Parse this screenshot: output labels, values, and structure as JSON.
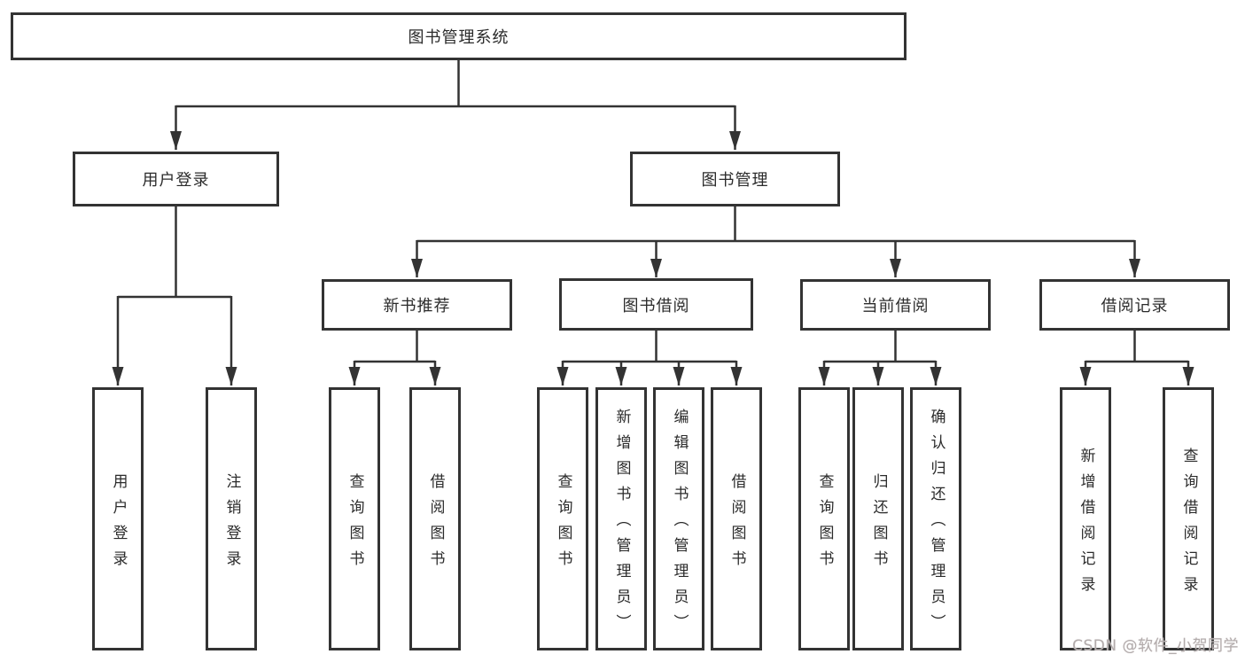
{
  "diagram_type": "hierarchy-tree",
  "colors": {
    "line": "#333333",
    "box_border": "#333333",
    "box_fill": "#ffffff",
    "text": "#2b2b2b",
    "watermark": "#b3acac"
  },
  "tree": {
    "root": "图书管理系统",
    "children": [
      {
        "label": "用户登录",
        "children": [
          "用户登录",
          "注销登录"
        ]
      },
      {
        "label": "图书管理",
        "children": [
          {
            "label": "新书推荐",
            "children": [
              "查询图书",
              "借阅图书"
            ]
          },
          {
            "label": "图书借阅",
            "children": [
              "查询图书",
              "新增图书（管理员）",
              "编辑图书（管理员）",
              "借阅图书"
            ]
          },
          {
            "label": "当前借阅",
            "children": [
              "查询图书",
              "归还图书",
              "确认归还（管理员）"
            ]
          },
          {
            "label": "借阅记录",
            "children": [
              "新增借阅记录",
              "查询借阅记录"
            ]
          }
        ]
      }
    ]
  },
  "watermark": {
    "text": "CSDN @软件_小贺同学"
  }
}
